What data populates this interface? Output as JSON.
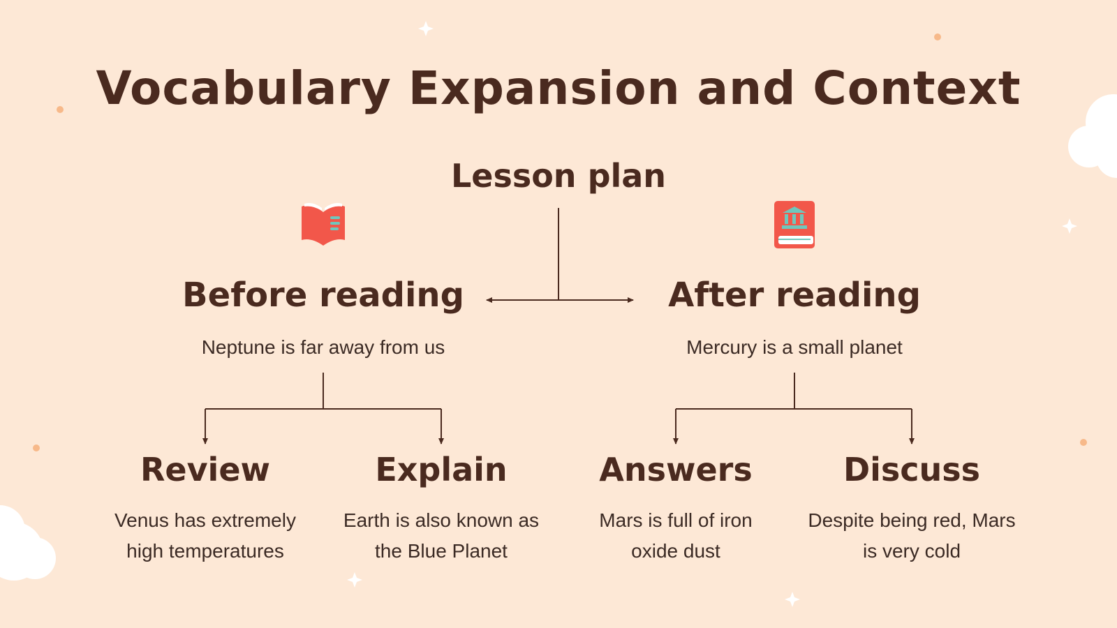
{
  "slide": {
    "title": "Vocabulary Expansion and Context",
    "root": {
      "label": "Lesson plan"
    },
    "branches": [
      {
        "label": "Before reading",
        "text": "Neptune is far away from us",
        "icon": "open-book-icon",
        "children": [
          {
            "label": "Review",
            "text_lines": [
              "Venus has extremely",
              "high temperatures"
            ]
          },
          {
            "label": "Explain",
            "text_lines": [
              "Earth is also known as",
              "the Blue Planet"
            ]
          }
        ]
      },
      {
        "label": "After reading",
        "text": "Mercury is a small planet",
        "icon": "library-book-icon",
        "children": [
          {
            "label": "Answers",
            "text_lines": [
              "Mars is full of iron",
              "oxide dust"
            ]
          },
          {
            "label": "Discuss",
            "text_lines": [
              "Despite being red, Mars",
              "is very cold"
            ]
          }
        ]
      }
    ]
  },
  "colors": {
    "background": "#fde8d6",
    "text": "#4a2a1f",
    "accent_red": "#f2574a",
    "accent_teal": "#6fc7bd",
    "cloud": "#ffffff",
    "dot": "#f7b98a"
  }
}
